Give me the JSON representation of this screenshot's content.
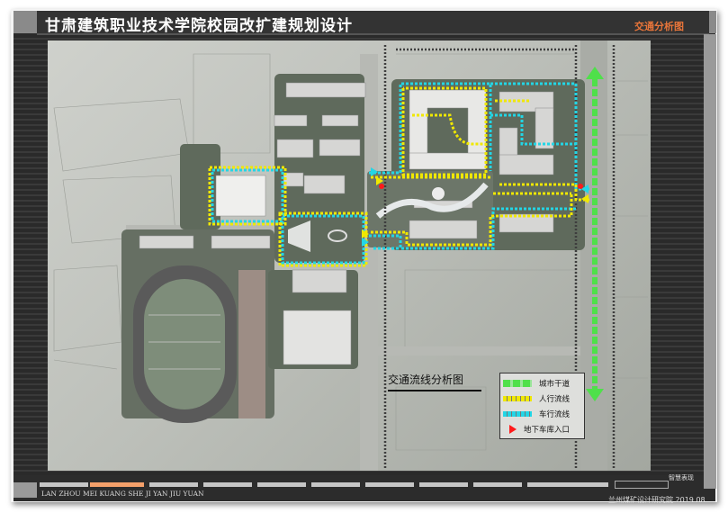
{
  "header": {
    "title": "甘肃建筑职业技术学院校园改扩建规划设计",
    "sheet_name": "交通分析图"
  },
  "map": {
    "title": "交通流线分析图",
    "legend": [
      {
        "label": "城市干道",
        "color": "#4fe04a",
        "icon": "green-dashed-band"
      },
      {
        "label": "人行流线",
        "color": "#f0e800",
        "icon": "yellow-dashed-line"
      },
      {
        "label": "车行流线",
        "color": "#22d6e6",
        "icon": "cyan-dashed-line"
      },
      {
        "label": "地下车库入口",
        "color": "#ff1a1a",
        "icon": "red-arrow-icon"
      }
    ]
  },
  "footer": {
    "left_text": "LAN ZHOU MEI KUANG SHE JI YAN JIU YUAN",
    "right_text": "兰州煤矿设计研究院  2019.08",
    "tab_box_label": "智慧表现",
    "active_tab_index": 1,
    "accent_color": "#f4a06a"
  }
}
